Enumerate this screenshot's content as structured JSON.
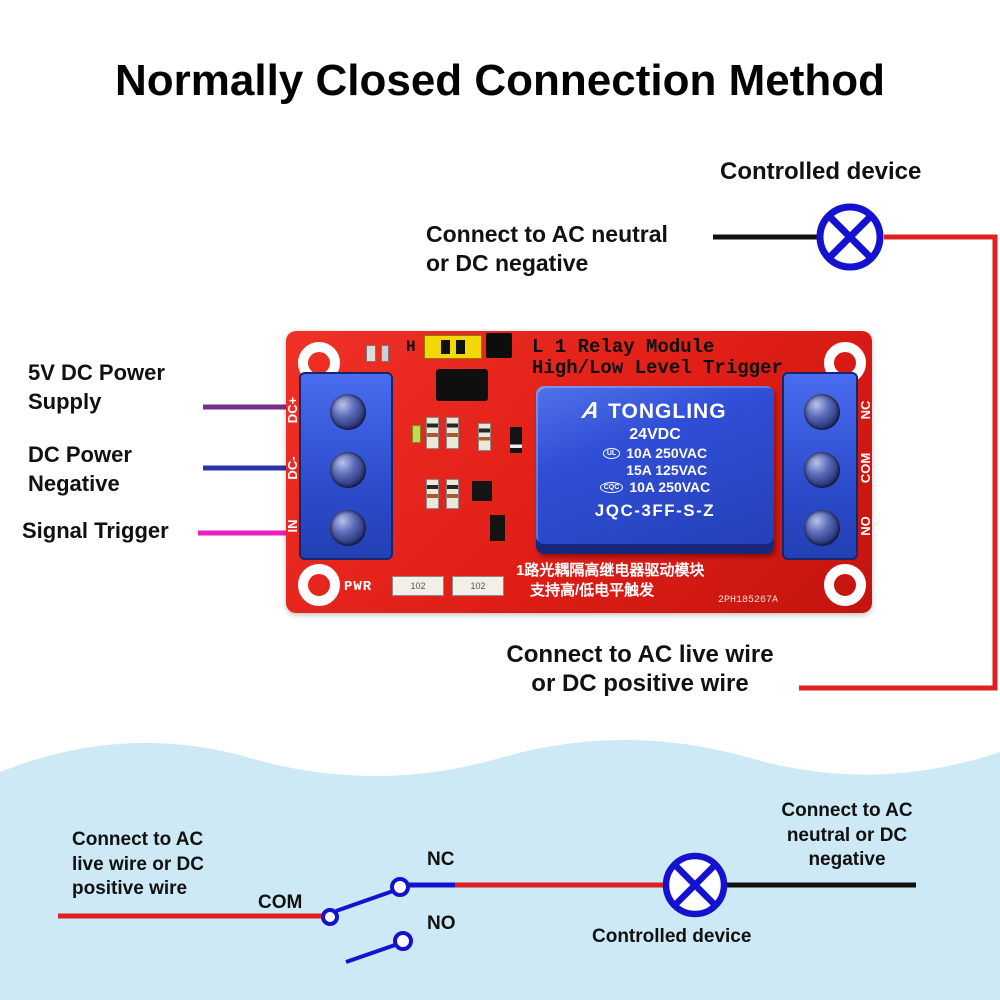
{
  "title": "Normally Closed Connection Method",
  "top_diagram": {
    "controlled_device_label": "Controlled device",
    "neutral_label_lines": [
      "Connect to AC neutral",
      "or DC negative"
    ],
    "live_label_lines": [
      "Connect to AC live wire",
      "or DC positive wire"
    ],
    "power_label_lines": [
      "5V DC Power",
      "Supply"
    ],
    "negative_label_lines": [
      "DC Power",
      "Negative"
    ],
    "signal_label": "Signal Trigger"
  },
  "module": {
    "jumper_h": "H",
    "title": "L 1 Relay Module",
    "subtitle": "High/Low Level Trigger",
    "left_terminals": [
      "DC+",
      "DC-",
      "IN"
    ],
    "right_terminals": [
      "NC",
      "COM",
      "NO"
    ],
    "relay": {
      "logo": "A",
      "brand": "TONGLING",
      "voltage": "24VDC",
      "ul_mark": "UL",
      "rating1": "10A 250VAC",
      "rating2": "15A 125VAC",
      "cqc_mark": "CQC",
      "rating3": "10A 250VAC",
      "model": "JQC-3FF-S-Z"
    },
    "pwr_label": "PWR",
    "resistor_marking": "102",
    "cn_line1": "1路光耦隔高继电器驱动模块",
    "cn_line2": "支持高/低电平触发",
    "serial": "2PH185267A"
  },
  "bottom_diagram": {
    "live_label_lines": [
      "Connect to AC",
      "live wire or DC",
      "positive wire"
    ],
    "com_label": "COM",
    "nc_label": "NC",
    "no_label": "NO",
    "device_label": "Controlled device",
    "neutral_label_lines": [
      "Connect to AC",
      "neutral or DC",
      "negative"
    ]
  },
  "colors": {
    "board_red": "#e3241d",
    "relay_blue": "#2c4bd0",
    "lamp_blue": "#1512cf",
    "wire_live_red": "#e02020",
    "wire_neutral_black": "#111111",
    "wire_power_purple": "#7b2d8e",
    "wire_negative_blue": "#2b35a8",
    "wire_signal_magenta": "#ea1fc6",
    "bottom_background": "#cde9f5"
  }
}
